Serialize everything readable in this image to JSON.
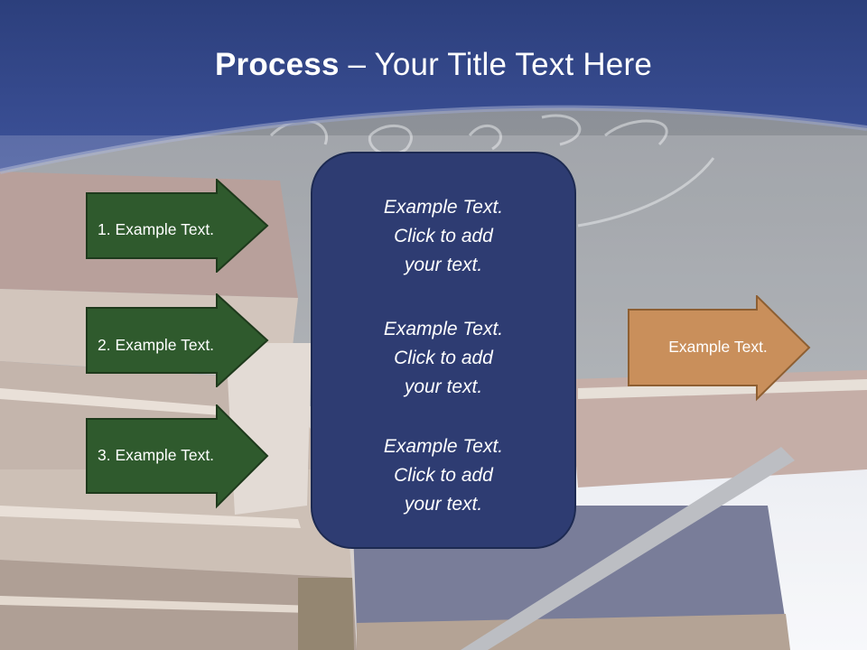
{
  "slide": {
    "title_bold": "Process",
    "title_rest": " – Your Title Text Here",
    "steps": [
      {
        "label": "1. Example Text."
      },
      {
        "label": "2. Example Text."
      },
      {
        "label": "3. Example Text."
      }
    ],
    "panel_blocks": [
      {
        "text": "Example Text.\nClick  to add\nyour text."
      },
      {
        "text": "Example Text.\nClick  to add\nyour text."
      },
      {
        "text": "Example Text.\nClick  to add\nyour text."
      }
    ],
    "output": {
      "label": "Example Text."
    }
  },
  "colors": {
    "header_blue": "#3a4f91",
    "step_arrow": "#2f5a2d",
    "output_arrow": "#c98f5b",
    "panel": "#2e3c72"
  }
}
